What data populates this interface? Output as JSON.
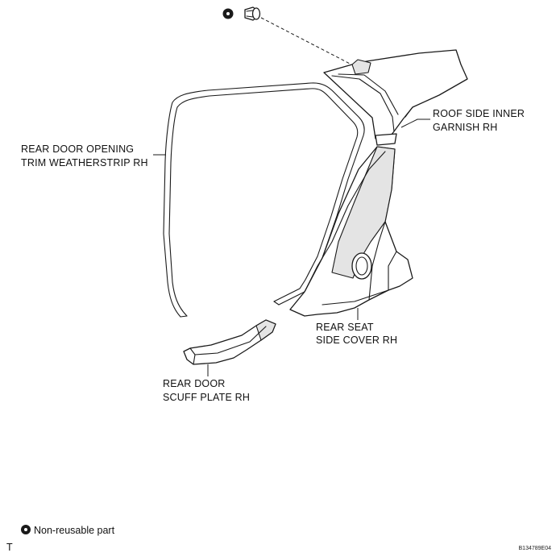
{
  "labels": {
    "roof_garnish_line1": "ROOF SIDE INNER",
    "roof_garnish_line2": "GARNISH RH",
    "weatherstrip_line1": "REAR DOOR OPENING",
    "weatherstrip_line2": "TRIM WEATHERSTRIP RH",
    "side_cover_line1": "REAR SEAT",
    "side_cover_line2": "SIDE COVER RH",
    "scuff_plate_line1": "REAR DOOR",
    "scuff_plate_line2": "SCUFF PLATE RH"
  },
  "legend": {
    "non_reusable": "Non-reusable part"
  },
  "footer": {
    "corner_mark": "T",
    "figure_code": "B134789E04"
  },
  "icons": {
    "non_reusable_marker": "filled-circle-icon",
    "clip": "clip-icon",
    "screw": "screw-icon"
  }
}
